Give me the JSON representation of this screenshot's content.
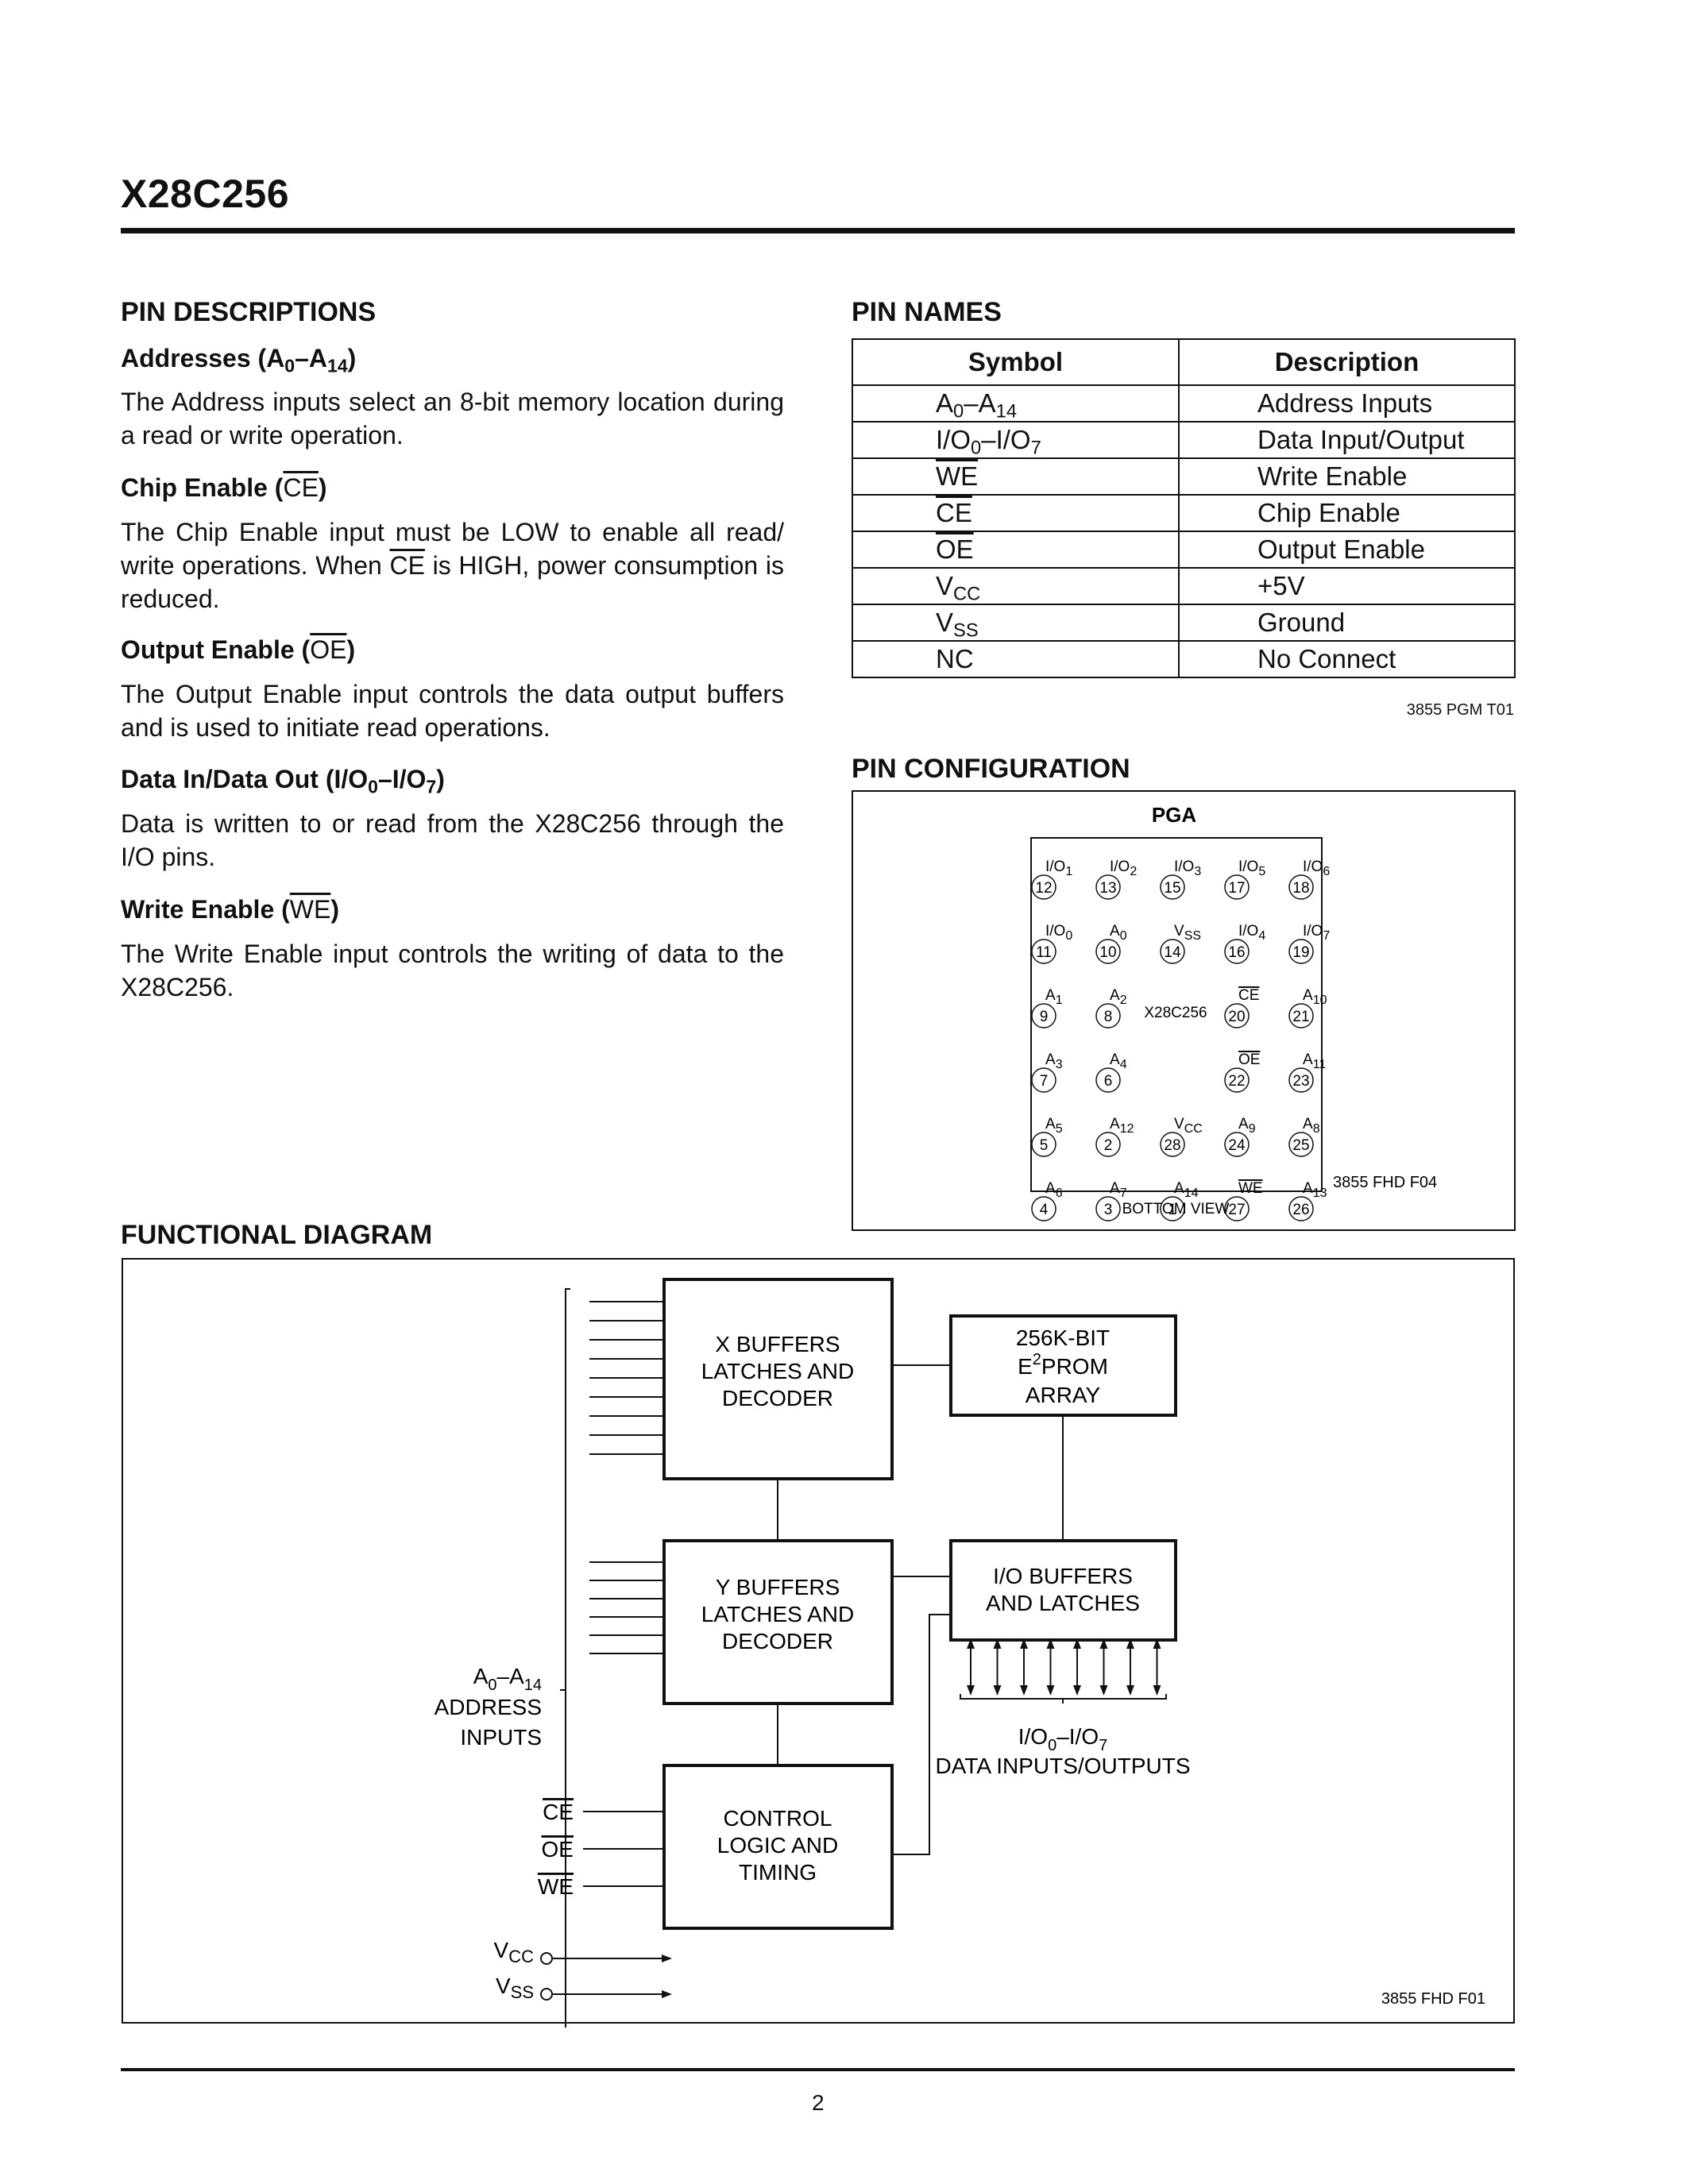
{
  "header": {
    "title": "X28C256"
  },
  "pin_descriptions": {
    "heading": "PIN DESCRIPTIONS",
    "addresses": {
      "title_pre": "Addresses (A",
      "title_s1": "0",
      "title_mid": "–A",
      "title_s2": "14",
      "title_post": ")",
      "body": "The Address inputs select an 8-bit memory location during a read or write operation."
    },
    "chip_enable": {
      "title_pre": "Chip Enable (",
      "title_bar": "CE",
      "title_post": ")",
      "body_1": "The Chip Enable input must be LOW to enable all read/ write operations. When ",
      "body_bar": "CE",
      "body_2": " is HIGH, power consumption is reduced."
    },
    "output_enable": {
      "title_pre": "Output Enable (",
      "title_bar": "OE",
      "title_post": ")",
      "body": "The Output Enable input controls the data output buffers and is used to initiate read operations."
    },
    "data_io": {
      "title_pre": "Data In/Data Out (I/O",
      "title_s1": "0",
      "title_mid": "–I/O",
      "title_s2": "7",
      "title_post": ")",
      "body": "Data is written to or read from the X28C256 through the I/O pins."
    },
    "write_enable": {
      "title_pre": "Write Enable (",
      "title_bar": "WE",
      "title_post": ")",
      "body": "The Write Enable input controls the writing of data to the X28C256."
    }
  },
  "pin_names": {
    "heading": "PIN NAMES",
    "col_symbol": "Symbol",
    "col_description": "Description",
    "rows": [
      {
        "sym": "A",
        "sub1": "0",
        "mid": "–A",
        "sub2": "14",
        "bar": false,
        "desc": "Address Inputs"
      },
      {
        "sym": "I/O",
        "sub1": "0",
        "mid": "–I/O",
        "sub2": "7",
        "bar": false,
        "desc": "Data Input/Output"
      },
      {
        "sym": "WE",
        "sub1": "",
        "mid": "",
        "sub2": "",
        "bar": true,
        "desc": "Write Enable"
      },
      {
        "sym": "CE",
        "sub1": "",
        "mid": "",
        "sub2": "",
        "bar": true,
        "desc": "Chip Enable"
      },
      {
        "sym": "OE",
        "sub1": "",
        "mid": "",
        "sub2": "",
        "bar": true,
        "desc": "Output Enable"
      },
      {
        "sym": "V",
        "sub1": "CC",
        "mid": "",
        "sub2": "",
        "bar": false,
        "desc": "+5V"
      },
      {
        "sym": "V",
        "sub1": "SS",
        "mid": "",
        "sub2": "",
        "bar": false,
        "desc": "Ground"
      },
      {
        "sym": "NC",
        "sub1": "",
        "mid": "",
        "sub2": "",
        "bar": false,
        "desc": "No Connect"
      }
    ],
    "ref": "3855 PGM T01"
  },
  "pin_configuration": {
    "heading": "PIN CONFIGURATION",
    "package": "PGA",
    "chip_label": "X28C256",
    "view_label": "BOTTOM VIEW",
    "ref": "3855 FHD F04",
    "grid": [
      [
        {
          "n": "12",
          "l": "I/O",
          "s": "1",
          "b": false
        },
        {
          "n": "13",
          "l": "I/O",
          "s": "2",
          "b": false
        },
        {
          "n": "15",
          "l": "I/O",
          "s": "3",
          "b": false
        },
        {
          "n": "17",
          "l": "I/O",
          "s": "5",
          "b": false
        },
        {
          "n": "18",
          "l": "I/O",
          "s": "6",
          "b": false
        }
      ],
      [
        {
          "n": "11",
          "l": "I/O",
          "s": "0",
          "b": false
        },
        {
          "n": "10",
          "l": "A",
          "s": "0",
          "b": false
        },
        {
          "n": "14",
          "l": "V",
          "s": "SS",
          "b": false
        },
        {
          "n": "16",
          "l": "I/O",
          "s": "4",
          "b": false
        },
        {
          "n": "19",
          "l": "I/O",
          "s": "7",
          "b": false
        }
      ],
      [
        {
          "n": "9",
          "l": "A",
          "s": "1",
          "b": false
        },
        {
          "n": "8",
          "l": "A",
          "s": "2",
          "b": false
        },
        null,
        {
          "n": "20",
          "l": "CE",
          "s": "",
          "b": true
        },
        {
          "n": "21",
          "l": "A",
          "s": "10",
          "b": false
        }
      ],
      [
        {
          "n": "7",
          "l": "A",
          "s": "3",
          "b": false
        },
        {
          "n": "6",
          "l": "A",
          "s": "4",
          "b": false
        },
        null,
        {
          "n": "22",
          "l": "OE",
          "s": "",
          "b": true
        },
        {
          "n": "23",
          "l": "A",
          "s": "11",
          "b": false
        }
      ],
      [
        {
          "n": "5",
          "l": "A",
          "s": "5",
          "b": false
        },
        {
          "n": "2",
          "l": "A",
          "s": "12",
          "b": false
        },
        {
          "n": "28",
          "l": "V",
          "s": "CC",
          "b": false
        },
        {
          "n": "24",
          "l": "A",
          "s": "9",
          "b": false
        },
        {
          "n": "25",
          "l": "A",
          "s": "8",
          "b": false
        }
      ],
      [
        {
          "n": "4",
          "l": "A",
          "s": "6",
          "b": false
        },
        {
          "n": "3",
          "l": "A",
          "s": "7",
          "b": false
        },
        {
          "n": "1",
          "l": "A",
          "s": "14",
          "b": false
        },
        {
          "n": "27",
          "l": "WE",
          "s": "",
          "b": true
        },
        {
          "n": "26",
          "l": "A",
          "s": "13",
          "b": false
        }
      ]
    ]
  },
  "functional_diagram": {
    "heading": "FUNCTIONAL DIAGRAM",
    "x_buffers": [
      "X BUFFERS",
      "LATCHES AND",
      "DECODER"
    ],
    "y_buffers": [
      "Y BUFFERS",
      "LATCHES AND",
      "DECODER"
    ],
    "control": [
      "CONTROL",
      "LOGIC AND",
      "TIMING"
    ],
    "eeprom": {
      "line1": "256K-BIT",
      "line2_pre": "E",
      "line2_sup": "2",
      "line2_post": "PROM",
      "line3": "ARRAY"
    },
    "io_buffers": [
      "I/O BUFFERS",
      "AND LATCHES"
    ],
    "address_label": {
      "l1_a": "A",
      "l1_s1": "0",
      "l1_mid": "–A",
      "l1_s2": "14",
      "l2": "ADDRESS",
      "l3": "INPUTS"
    },
    "control_inputs": [
      "CE",
      "OE",
      "WE"
    ],
    "power": [
      {
        "l": "V",
        "s": "CC"
      },
      {
        "l": "V",
        "s": "SS"
      }
    ],
    "data_label": {
      "l1_a": "I/O",
      "l1_s1": "0",
      "l1_mid": "–I/O",
      "l1_s2": "7",
      "l2": "DATA INPUTS/OUTPUTS"
    },
    "ref": "3855 FHD F01"
  },
  "footer": {
    "page_number": "2"
  }
}
